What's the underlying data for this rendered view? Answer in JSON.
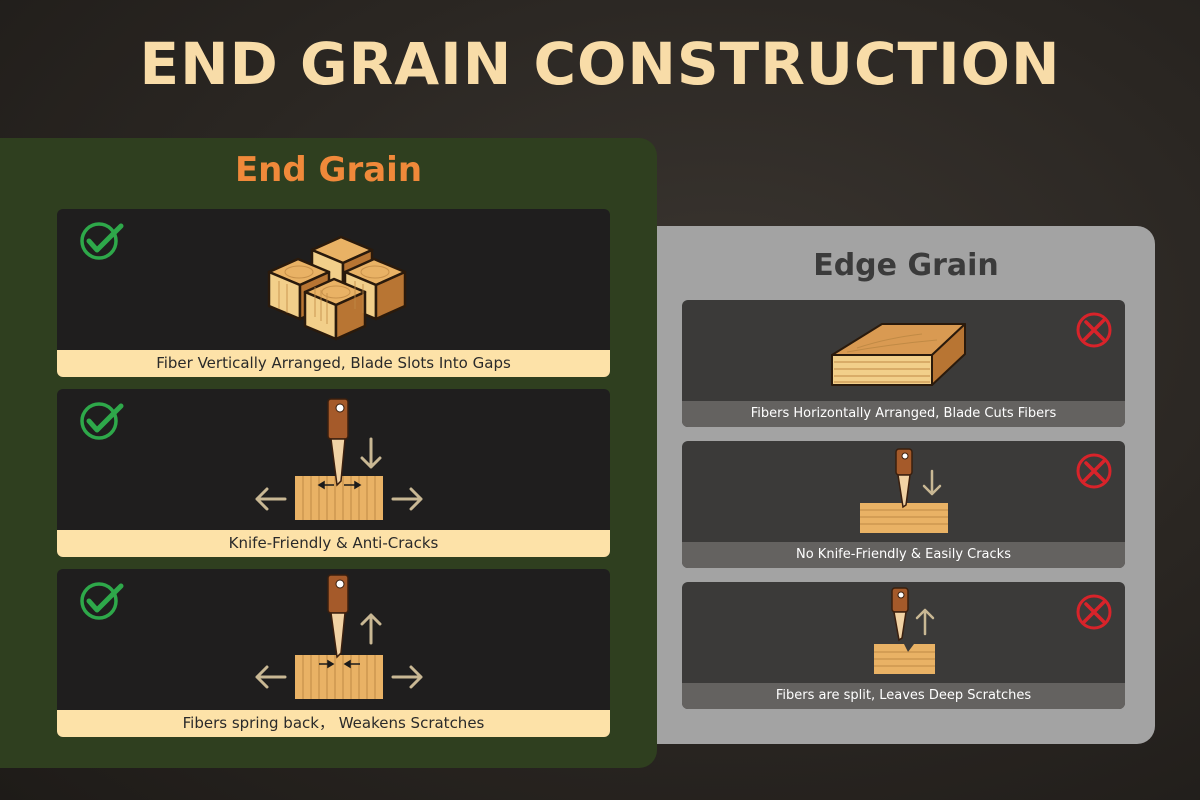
{
  "title": "END GRAIN CONSTRUCTION",
  "end_grain": {
    "title": "End Grain",
    "items": [
      {
        "caption": "Fiber Vertically Arranged, Blade Slots Into Gaps",
        "status": "check",
        "icon": "wood-blocks-icon"
      },
      {
        "caption": "Knife-Friendly & Anti-Cracks",
        "status": "check",
        "icon": "knife-cut-icon"
      },
      {
        "caption": "Fibers spring back，  Weakens Scratches",
        "status": "check",
        "icon": "knife-lift-icon"
      }
    ]
  },
  "edge_grain": {
    "title": "Edge Grain",
    "items": [
      {
        "caption": "Fibers Horizontally Arranged, Blade Cuts Fibers",
        "status": "cross",
        "icon": "wood-plank-icon"
      },
      {
        "caption": "No Knife-Friendly & Easily Cracks",
        "status": "cross",
        "icon": "knife-cut-icon"
      },
      {
        "caption": "Fibers are split, Leaves Deep Scratches",
        "status": "cross",
        "icon": "knife-lift-icon"
      }
    ]
  },
  "colors": {
    "title": "#f8dca8",
    "end_title": "#f0893a",
    "end_panel": "#2f3f1f",
    "edge_panel": "#a3a3a3",
    "check": "#2ea84a",
    "cross": "#d8232a",
    "wood": "#e9b265",
    "arrow": "#c9b894"
  }
}
